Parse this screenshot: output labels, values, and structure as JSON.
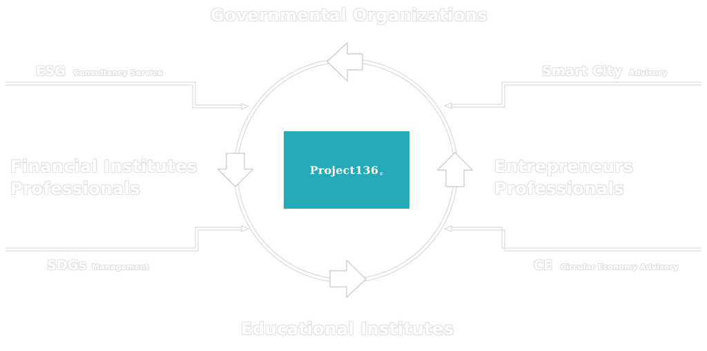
{
  "diagram": {
    "center_label": "Project136",
    "center_mark": "®",
    "center_color": "#25a9b6",
    "top": "Governmental Organizations",
    "bottom": "Educational Institutes",
    "left": {
      "line1": "Financial Institutes",
      "line2": "Professionals"
    },
    "right": {
      "line1": "Entrepreneurs",
      "line2": "Professionals"
    },
    "esg": {
      "title": "ESG",
      "subtitle": "Consultancy Service"
    },
    "smart_city": {
      "title": "Smart City",
      "subtitle": "Advisory"
    },
    "sdgs": {
      "title": "SDGs",
      "subtitle": "Management"
    },
    "ce": {
      "title": "CE",
      "subtitle": "Circular Economy Advisory"
    }
  }
}
